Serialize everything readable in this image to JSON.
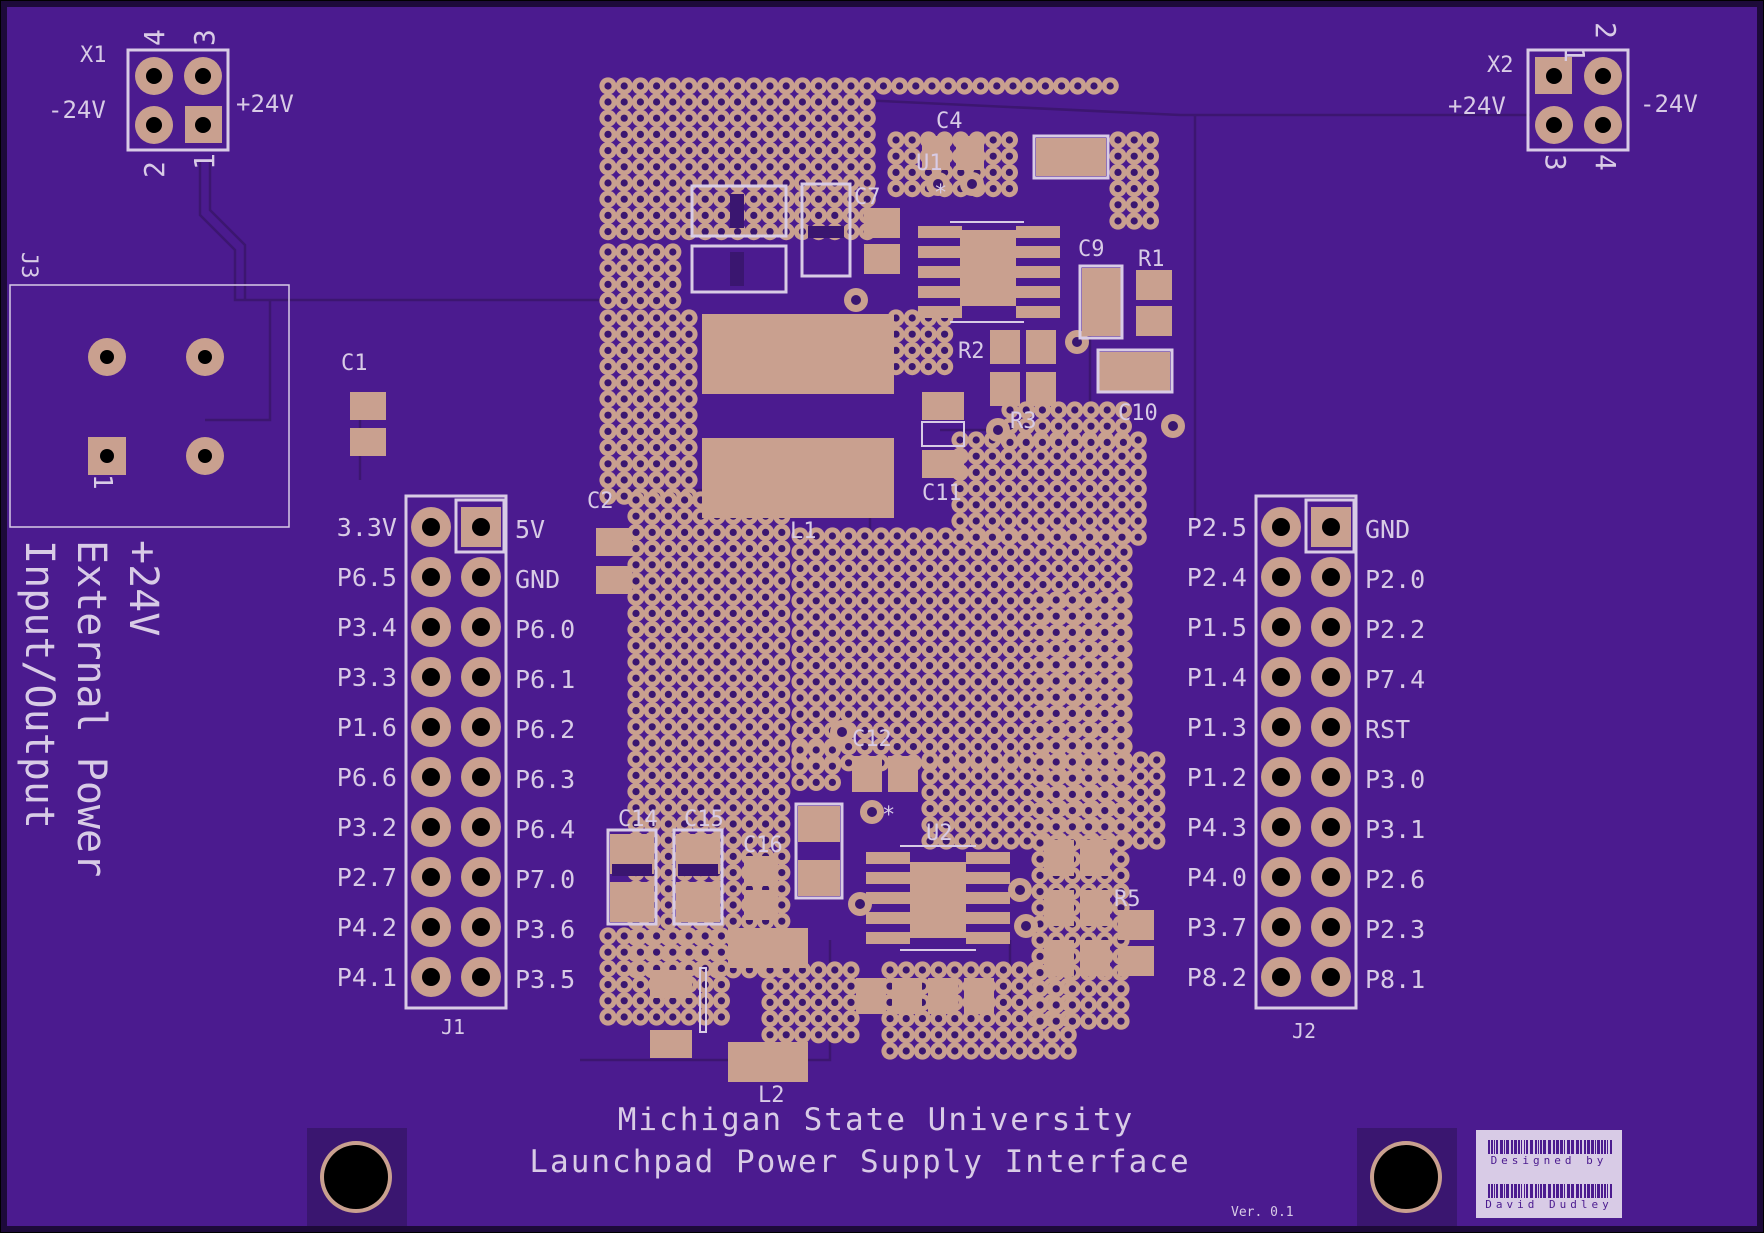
{
  "colors": {
    "board": "#4b1b8f",
    "copper": "#c9a08f",
    "silkscreen": "#d8cbe6",
    "drill": "#000000"
  },
  "board": {
    "title": "Michigan State University",
    "subtitle": "Launchpad Power Supply Interface",
    "version": "Ver. 0.1",
    "credit_line1": "Designed by",
    "credit_line2": "David Dudley"
  },
  "connectors": {
    "x1": {
      "ref": "X1",
      "left_label": "-24V",
      "right_label": "+24V",
      "pins_top": [
        "4",
        "3"
      ],
      "pins_bottom": [
        "2",
        "1"
      ]
    },
    "x2": {
      "ref": "X2",
      "left_label": "+24V",
      "right_label": "-24V",
      "pins_top": [
        "1",
        "2"
      ],
      "pins_bottom": [
        "3",
        "4"
      ]
    },
    "j3": {
      "ref": "J3",
      "pin1": "1",
      "caption_line1": "+24V",
      "caption_line2": "External Power",
      "caption_line3": "Input/Output"
    },
    "j1": {
      "ref": "J1",
      "left_labels": [
        "3.3V",
        "P6.5",
        "P3.4",
        "P3.3",
        "P1.6",
        "P6.6",
        "P3.2",
        "P2.7",
        "P4.2",
        "P4.1"
      ],
      "right_labels": [
        "5V",
        "GND",
        "P6.0",
        "P6.1",
        "P6.2",
        "P6.3",
        "P6.4",
        "P7.0",
        "P3.6",
        "P3.5"
      ]
    },
    "j2": {
      "ref": "J2",
      "left_labels": [
        "P2.5",
        "P2.4",
        "P1.5",
        "P1.4",
        "P1.3",
        "P1.2",
        "P4.3",
        "P4.0",
        "P3.7",
        "P8.2"
      ],
      "right_labels": [
        "GND",
        "P2.0",
        "P2.2",
        "P7.4",
        "RST",
        "P3.0",
        "P3.1",
        "P2.6",
        "P2.3",
        "P8.1"
      ]
    }
  },
  "components": {
    "c1": "C1",
    "c2": "C2",
    "c4": "C4",
    "c7": "C7",
    "c9": "C9",
    "c10": "C10",
    "c11": "C11",
    "c12": "C12",
    "c14": "C14",
    "c15": "C15",
    "c16": "C16",
    "r1": "R1",
    "r2": "R2",
    "r3": "R3",
    "r5": "R5",
    "l1": "L1",
    "l2": "L2",
    "u1": "U1",
    "u2": "U2"
  }
}
